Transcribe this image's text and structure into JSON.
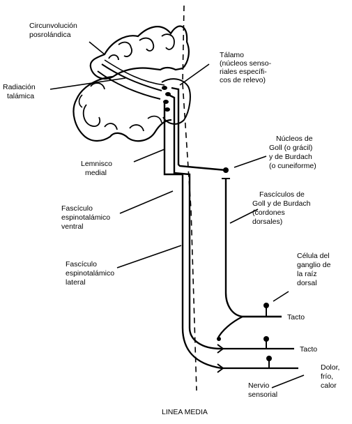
{
  "diagram": {
    "labels": {
      "circunvolucion": [
        "Circunvolución",
        "posrolándica"
      ],
      "radiacion": [
        "Radiación",
        "talámica"
      ],
      "talamo": [
        "Tálamo",
        "(núcleos senso-",
        "riales específi-",
        "cos de relevo)"
      ],
      "nucleos": [
        "Núcleos de",
        "Goll (o grácil)",
        "y de Burdach",
        "(o cuneiforme)"
      ],
      "lemnisco": [
        "Lemnisco",
        "medial"
      ],
      "fasciculos_goll": [
        "Fascículos de",
        "Goll y de Burdach",
        "(cordones",
        "dorsales)"
      ],
      "espino_ventral": [
        "Fascículo",
        "espinotalámico",
        "ventral"
      ],
      "celula": [
        "Célula del",
        "ganglio de",
        "la raíz",
        "dorsal"
      ],
      "espino_lateral": [
        "Fascículo",
        "espinotalámico",
        "lateral"
      ],
      "tacto1": "Tacto",
      "tacto2": "Tacto",
      "dolor": [
        "Dolor,",
        "frío,",
        "calor"
      ],
      "nervio": [
        "Nervio",
        "sensorial"
      ],
      "linea_media": "LINEA MEDIA"
    }
  }
}
